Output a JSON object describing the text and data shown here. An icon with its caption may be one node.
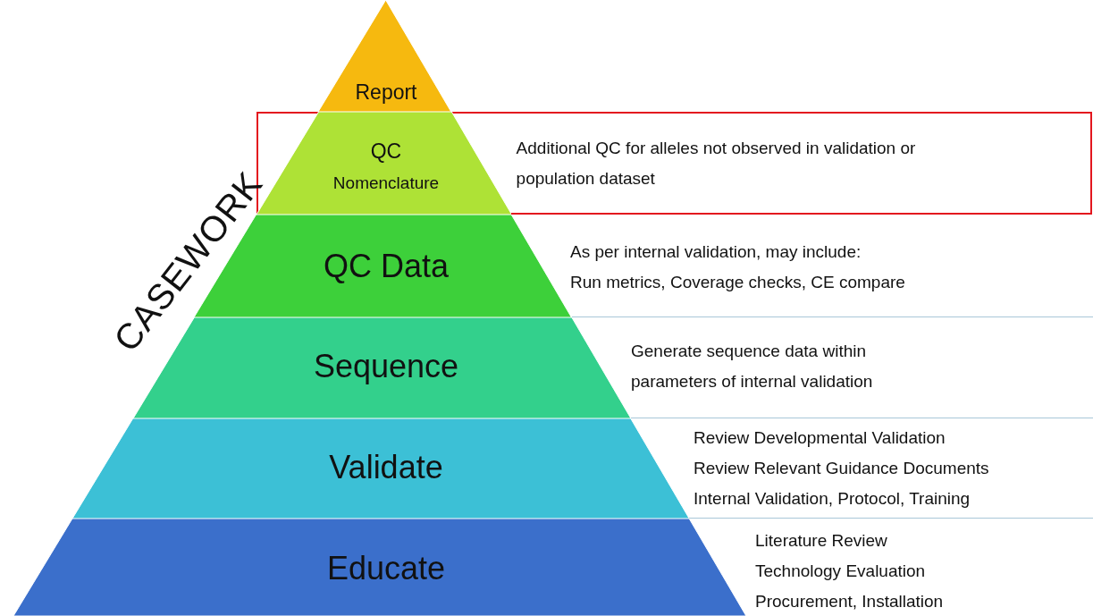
{
  "diagram": {
    "nodes": [
      {
        "text": [
          "Report"
        ]
      },
      {
        "text": [
          "Additional QC for alleles not observed in validation or population dataset"
        ]
      },
      {
        "text": [
          "QC",
          "Nomenclature"
        ],
        "in": 1
      },
      {
        "text": [
          "QC Data"
        ],
        "beside": [
          "As per internal validation, may include:",
          "Run metrics, Coverage checks, CE compare"
        ]
      },
      {
        "text": [
          "Sequence"
        ],
        "beside": [
          "Generate sequence data within parameters of internal validation"
        ]
      },
      {
        "text": [
          "Validate"
        ],
        "beside": [
          "Review Developmental Validation",
          "Review Relevant Guidance Documents",
          "Internal Validation, Protocol, Training"
        ]
      },
      {
        "text": [
          "Educate"
        ],
        "beside": [
          "Literature Review",
          "Technology Evaluation",
          "Procurement, Installation"
        ]
      }
    ],
    "labels": [
      "CASEWORK"
    ]
  }
}
